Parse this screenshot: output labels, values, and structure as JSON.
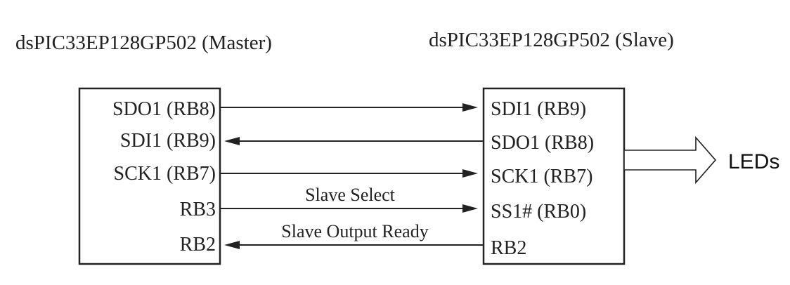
{
  "master": {
    "title": "dsPIC33EP128GP502 (Master)",
    "pins": [
      "SDO1 (RB8)",
      "SDI1 (RB9)",
      "SCK1 (RB7)",
      "RB3",
      "RB2"
    ]
  },
  "slave": {
    "title": "dsPIC33EP128GP502 (Slave)",
    "pins": [
      "SDI1 (RB9)",
      "SDO1 (RB8)",
      "SCK1 (RB7)",
      "SS1# (RB0)",
      "RB2"
    ]
  },
  "signals": {
    "slave_select": "Slave Select",
    "slave_output_ready": "Slave Output Ready"
  },
  "output": {
    "label": "LEDs"
  }
}
